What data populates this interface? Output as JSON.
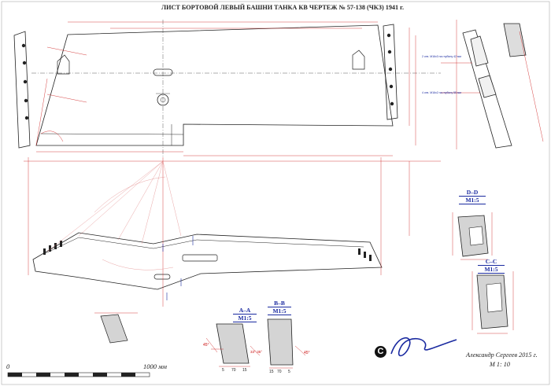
{
  "title": "ЛИСТ БОРТОВОЙ ЛЕВЫЙ БАШНИ ТАНКА КВ ЧЕРТЕЖ № 57-138 (ЧКЗ) 1941 г.",
  "scale_bar": {
    "start": "0",
    "end": "1000 мм"
  },
  "author": "Александр Сергеев 2015 г.",
  "drawing_scale": "М 1: 10",
  "copyright_symbol": "C",
  "sections": [
    {
      "id": "d-d",
      "label": "D–D",
      "scale": "М1:5"
    },
    {
      "id": "c-c",
      "label": "C–C",
      "scale": "М1:5"
    },
    {
      "id": "a-a",
      "label": "A–A",
      "scale": "М1:5"
    },
    {
      "id": "b-b",
      "label": "B–B",
      "scale": "М1:5"
    }
  ],
  "notes": {
    "threads_1": "2 отв. М16х3 на глубину 42 мм",
    "threads_2": "4 отв. М16х2 на глубину 55 мм"
  },
  "angles": {
    "a1": "45°",
    "a2": "45°",
    "a3": "33°-35°"
  },
  "dims_a": {
    "d1": "5",
    "d2": "70",
    "d3": "15"
  },
  "dims_b": {
    "d1": "15",
    "d2": "70",
    "d3": "5"
  },
  "colors": {
    "line": "#222222",
    "dimension": "#cc1111",
    "annotation": "#1a2aa0",
    "construction": "#e08080"
  }
}
